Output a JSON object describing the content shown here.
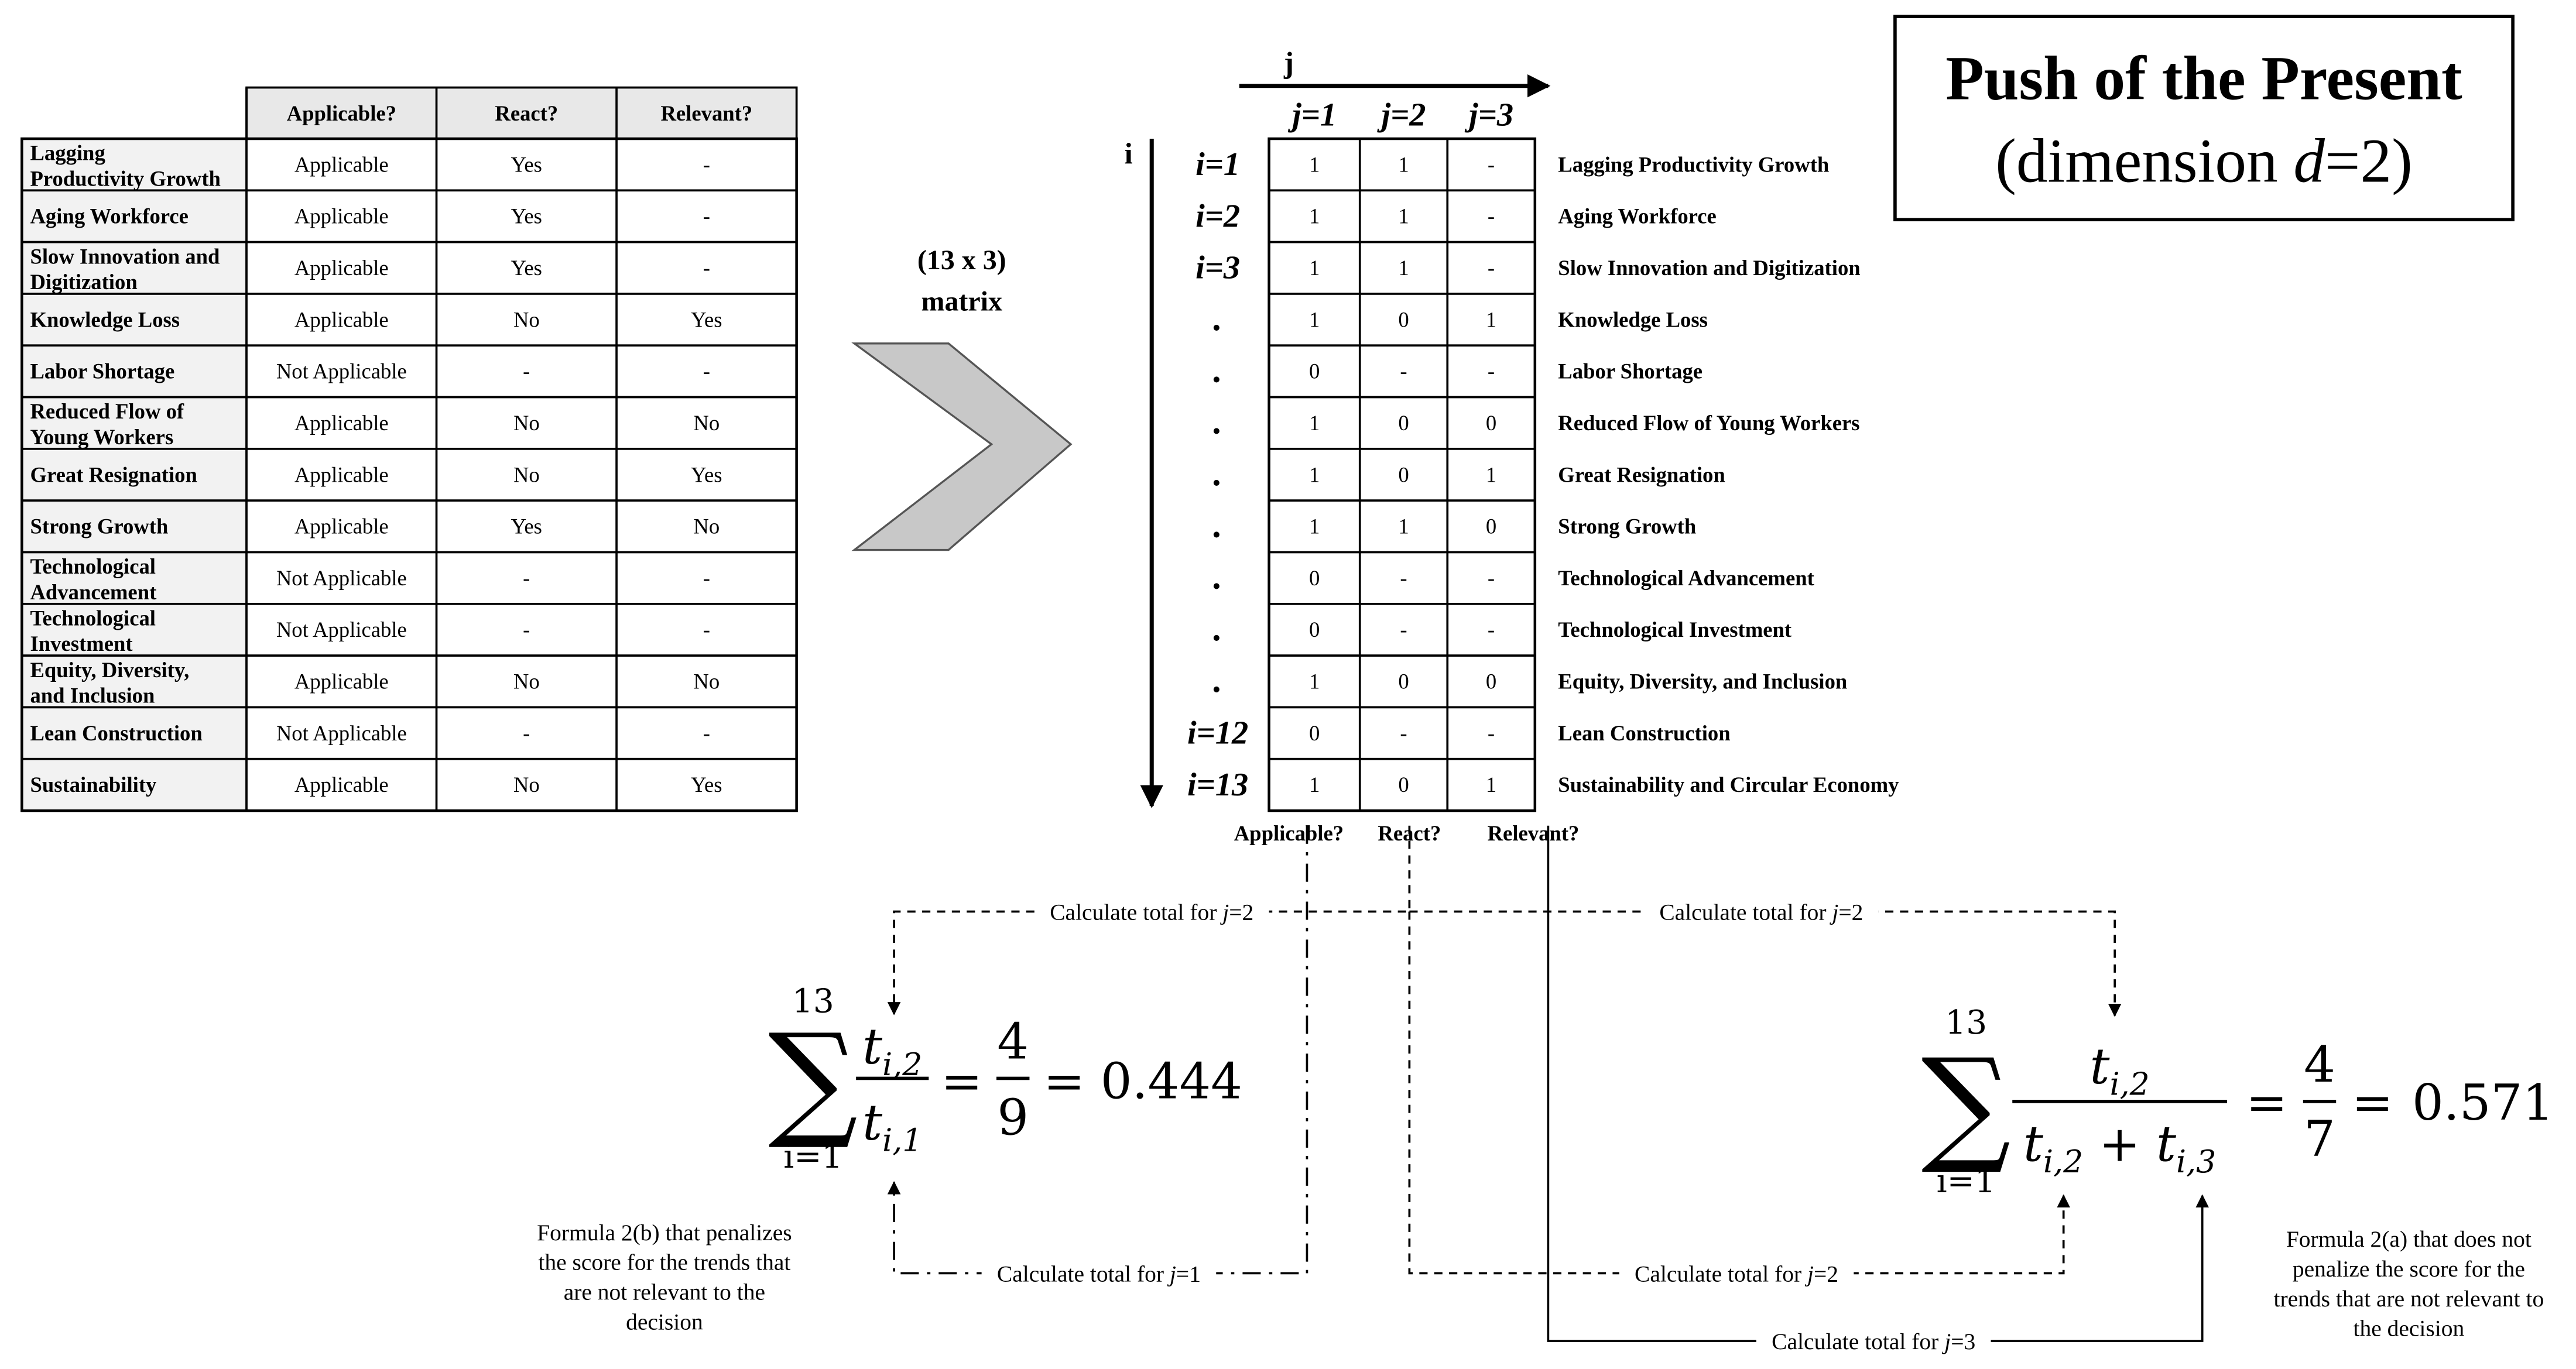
{
  "title": {
    "line1": "Push of the Present",
    "line2_prefix": "(dimension ",
    "line2_var": "d",
    "line2_suffix": "=2)"
  },
  "left_table": {
    "headers": [
      "Applicable?",
      "React?",
      "Relevant?"
    ],
    "rows": [
      {
        "label": [
          "Lagging",
          "Productivity Growth"
        ],
        "cells": [
          "Applicable",
          "Yes",
          "-"
        ]
      },
      {
        "label": [
          "Aging Workforce"
        ],
        "cells": [
          "Applicable",
          "Yes",
          "-"
        ]
      },
      {
        "label": [
          "Slow Innovation and",
          "Digitization"
        ],
        "cells": [
          "Applicable",
          "Yes",
          "-"
        ]
      },
      {
        "label": [
          "Knowledge Loss"
        ],
        "cells": [
          "Applicable",
          "No",
          "Yes"
        ]
      },
      {
        "label": [
          "Labor Shortage"
        ],
        "cells": [
          "Not Applicable",
          "-",
          "-"
        ]
      },
      {
        "label": [
          "Reduced Flow of",
          "Young Workers"
        ],
        "cells": [
          "Applicable",
          "No",
          "No"
        ]
      },
      {
        "label": [
          "Great Resignation"
        ],
        "cells": [
          "Applicable",
          "No",
          "Yes"
        ]
      },
      {
        "label": [
          "Strong Growth"
        ],
        "cells": [
          "Applicable",
          "Yes",
          "No"
        ]
      },
      {
        "label": [
          "Technological",
          "Advancement"
        ],
        "cells": [
          "Not Applicable",
          "-",
          "-"
        ]
      },
      {
        "label": [
          "Technological",
          "Investment"
        ],
        "cells": [
          "Not Applicable",
          "-",
          "-"
        ]
      },
      {
        "label": [
          "Equity, Diversity,",
          "and Inclusion"
        ],
        "cells": [
          "Applicable",
          "No",
          "No"
        ]
      },
      {
        "label": [
          "Lean Construction"
        ],
        "cells": [
          "Not Applicable",
          "-",
          "-"
        ]
      },
      {
        "label": [
          "Sustainability"
        ],
        "cells": [
          "Applicable",
          "No",
          "Yes"
        ]
      }
    ]
  },
  "matrix_label": [
    "(13 x 3)",
    "matrix"
  ],
  "matrix": {
    "j_axis_label": "j",
    "i_axis_label": "i",
    "col_headers": [
      "j=1",
      "j=2",
      "j=3"
    ],
    "row_headers": [
      "i=1",
      "i=2",
      "i=3",
      ".",
      ".",
      ".",
      ".",
      ".",
      ".",
      ".",
      ".",
      "i=12",
      "i=13"
    ],
    "values": [
      [
        "1",
        "1",
        "-"
      ],
      [
        "1",
        "1",
        "-"
      ],
      [
        "1",
        "1",
        "-"
      ],
      [
        "1",
        "0",
        "1"
      ],
      [
        "0",
        "-",
        "-"
      ],
      [
        "1",
        "0",
        "0"
      ],
      [
        "1",
        "0",
        "1"
      ],
      [
        "1",
        "1",
        "0"
      ],
      [
        "0",
        "-",
        "-"
      ],
      [
        "0",
        "-",
        "-"
      ],
      [
        "1",
        "0",
        "0"
      ],
      [
        "0",
        "-",
        "-"
      ],
      [
        "1",
        "0",
        "1"
      ]
    ],
    "row_labels": [
      "Lagging Productivity Growth",
      "Aging Workforce",
      "Slow Innovation and Digitization",
      "Knowledge Loss",
      "Labor Shortage",
      "Reduced Flow of Young Workers",
      "Great Resignation",
      "Strong Growth",
      "Technological Advancement",
      "Technological Investment",
      "Equity, Diversity, and Inclusion",
      "Lean Construction",
      "Sustainability and Circular Economy"
    ],
    "bottom_labels": [
      "Applicable?",
      "React?",
      "Relevant?"
    ]
  },
  "arrows": {
    "calc_j2_left": [
      "Calculate total for ",
      "j",
      "=2"
    ],
    "calc_j2_right": [
      "Calculate total for ",
      "j",
      "=2"
    ],
    "calc_j1": [
      "Calculate total for ",
      "j",
      "=1"
    ],
    "calc_j2_bottom": [
      "Calculate total for ",
      "j",
      "=2"
    ],
    "calc_j3": [
      "Calculate total for ",
      "j",
      "=3"
    ]
  },
  "formula_b": {
    "sum_upper": "13",
    "sum_lower": "i=1",
    "num": "t",
    "num_sub": "i,2",
    "den": "t",
    "den_sub": "i,1",
    "frac_num": "4",
    "frac_den": "9",
    "result": "0.444",
    "caption": [
      "Formula 2(b) that penalizes",
      "the score for the trends that",
      "are not relevant to the",
      "decision"
    ]
  },
  "formula_a": {
    "sum_upper": "13",
    "sum_lower": "i=1",
    "num": "t",
    "num_sub": "i,2",
    "den1": "t",
    "den1_sub": "i,2",
    "den2": "t",
    "den2_sub": "i,3",
    "frac_num": "4",
    "frac_den": "7",
    "result": "0.571",
    "caption": [
      "Formula 2(a) that does not",
      "penalize the score for the",
      "trends that are not relevant to",
      "the decision"
    ]
  }
}
